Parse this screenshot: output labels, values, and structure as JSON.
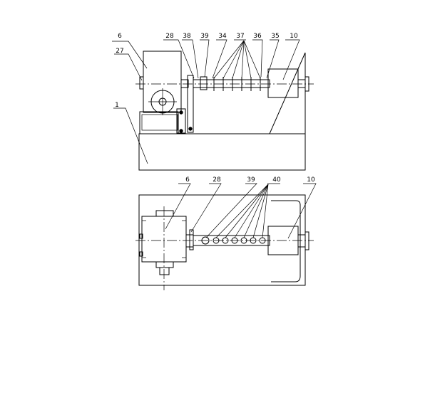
{
  "labels": {
    "top": {
      "l6": "6",
      "l27": "27",
      "l1": "1",
      "l28": "28",
      "l38": "38",
      "l39": "39",
      "l34": "34",
      "l37": "37",
      "l36": "36",
      "l35": "35",
      "l10": "10"
    },
    "bottom": {
      "l6": "6",
      "l28": "28",
      "l39": "39",
      "l40": "40",
      "l10": "10"
    }
  }
}
